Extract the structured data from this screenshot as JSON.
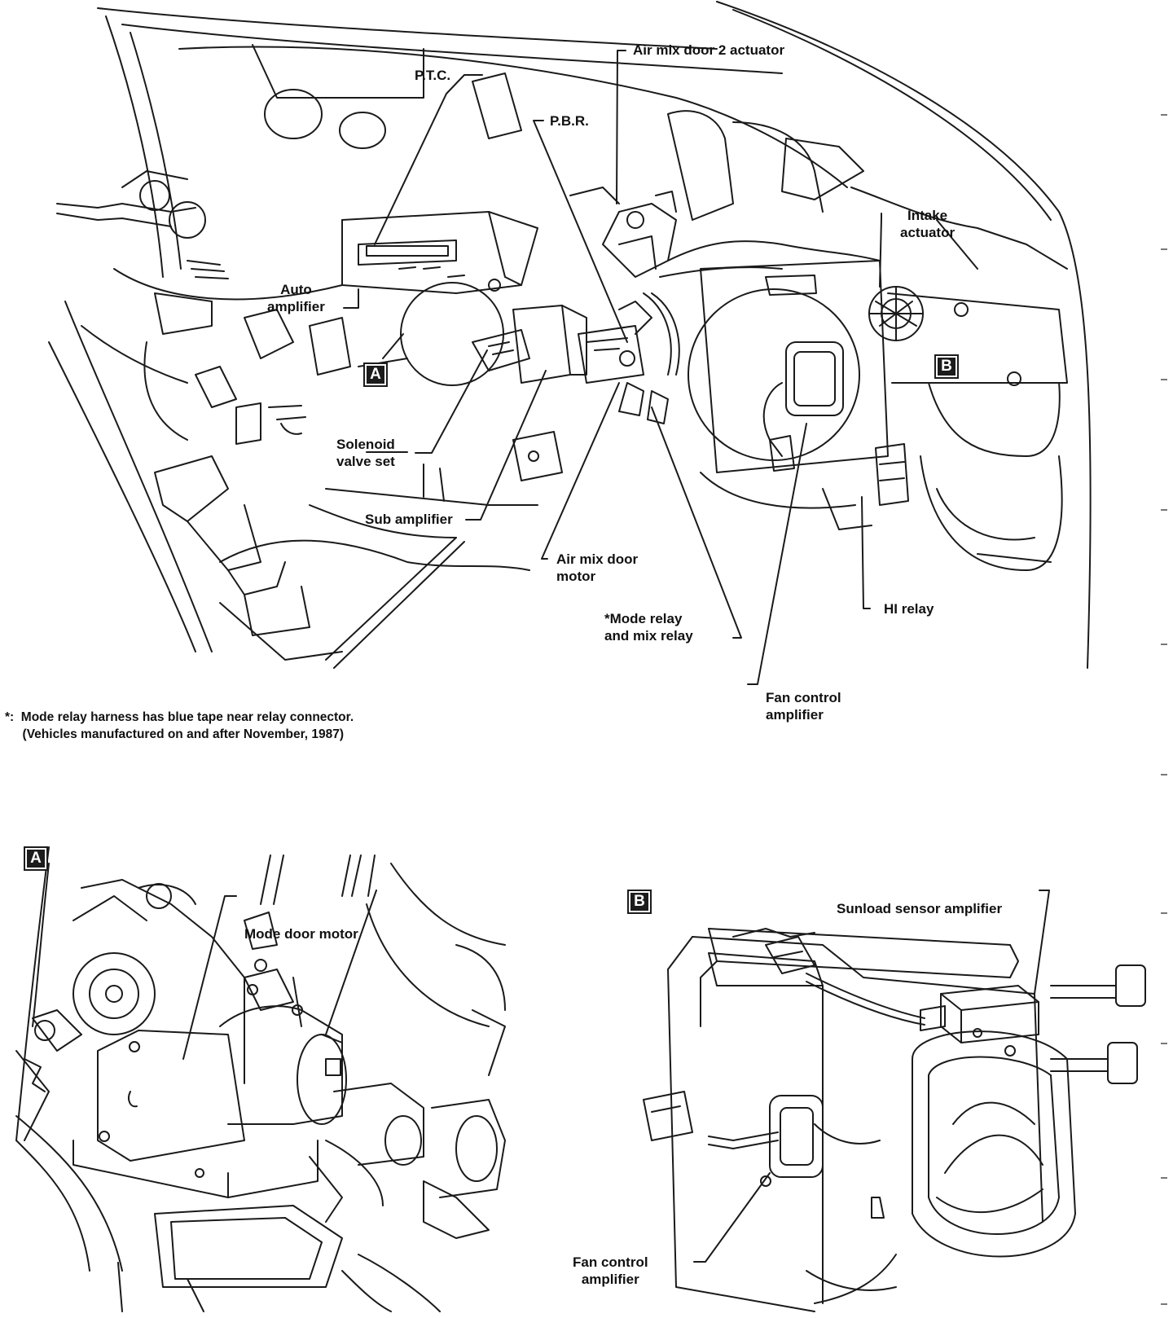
{
  "labels": {
    "air_mix_door_2_actuator": "Air mix door 2 actuator",
    "ptc": "P.T.C.",
    "pbr": "P.B.R.",
    "intake_actuator": "Intake\nactuator",
    "auto_amplifier": "Auto\namplifier",
    "solenoid_valve_set": "Solenoid\nvalve set",
    "sub_amplifier": "Sub amplifier",
    "air_mix_door_motor": "Air mix door\nmotor",
    "mode_relay_mix_relay": "*Mode relay\nand mix relay",
    "hi_relay": "HI relay",
    "fan_control_amplifier_main": "Fan control\namplifier",
    "mode_door_motor": "Mode door motor",
    "sunload_sensor_amplifier": "Sunload sensor amplifier",
    "fan_control_amplifier_detail": "Fan control\namplifier"
  },
  "footnote": "*:  Mode relay harness has blue tape near relay connector.\n     (Vehicles manufactured on and after November, 1987)",
  "callouts": {
    "a": "A",
    "b": "B"
  }
}
